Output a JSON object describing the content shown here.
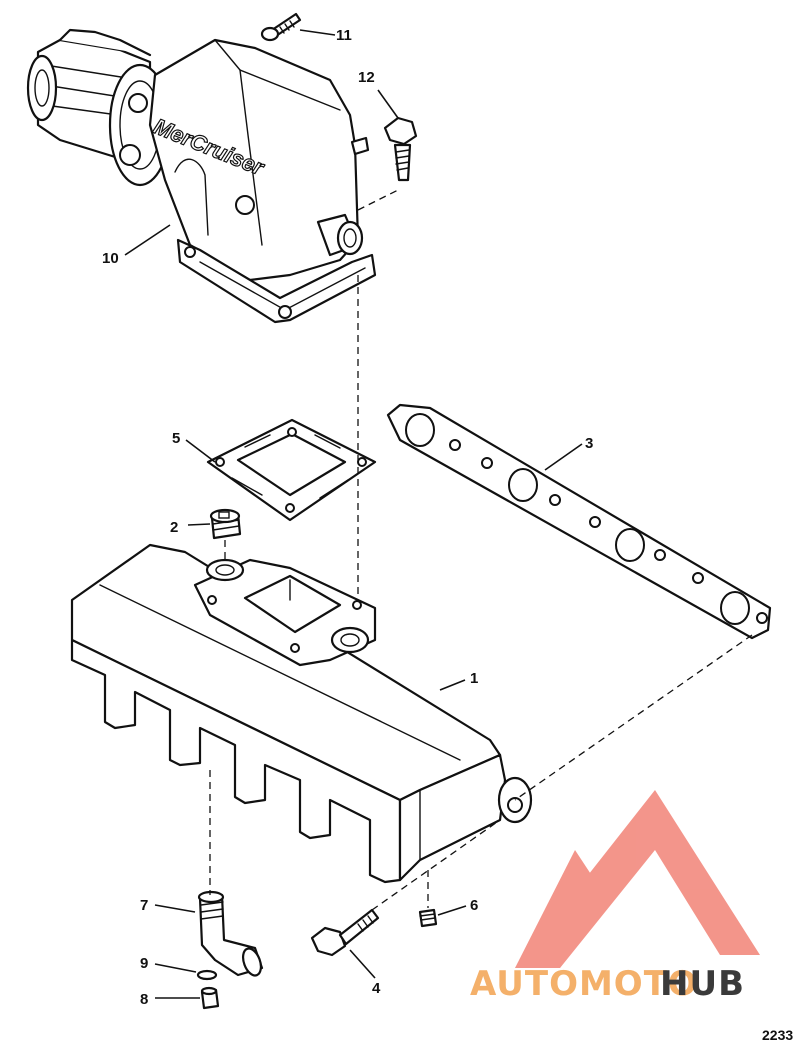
{
  "diagram": {
    "callouts": [
      {
        "number": "1"
      },
      {
        "number": "2"
      },
      {
        "number": "3"
      },
      {
        "number": "4"
      },
      {
        "number": "5"
      },
      {
        "number": "6"
      },
      {
        "number": "7"
      },
      {
        "number": "8"
      },
      {
        "number": "9"
      },
      {
        "number": "10"
      },
      {
        "number": "11"
      },
      {
        "number": "12"
      }
    ],
    "elbow_brand_text": "MerCruiser",
    "figure_number": "2233"
  },
  "watermark": {
    "text_part1": "AUTOMOTO",
    "text_part2": "HUB",
    "color_primary": "#f28a7e",
    "color_secondary": "#f4b06a",
    "color_dark": "#3a3a3a"
  }
}
